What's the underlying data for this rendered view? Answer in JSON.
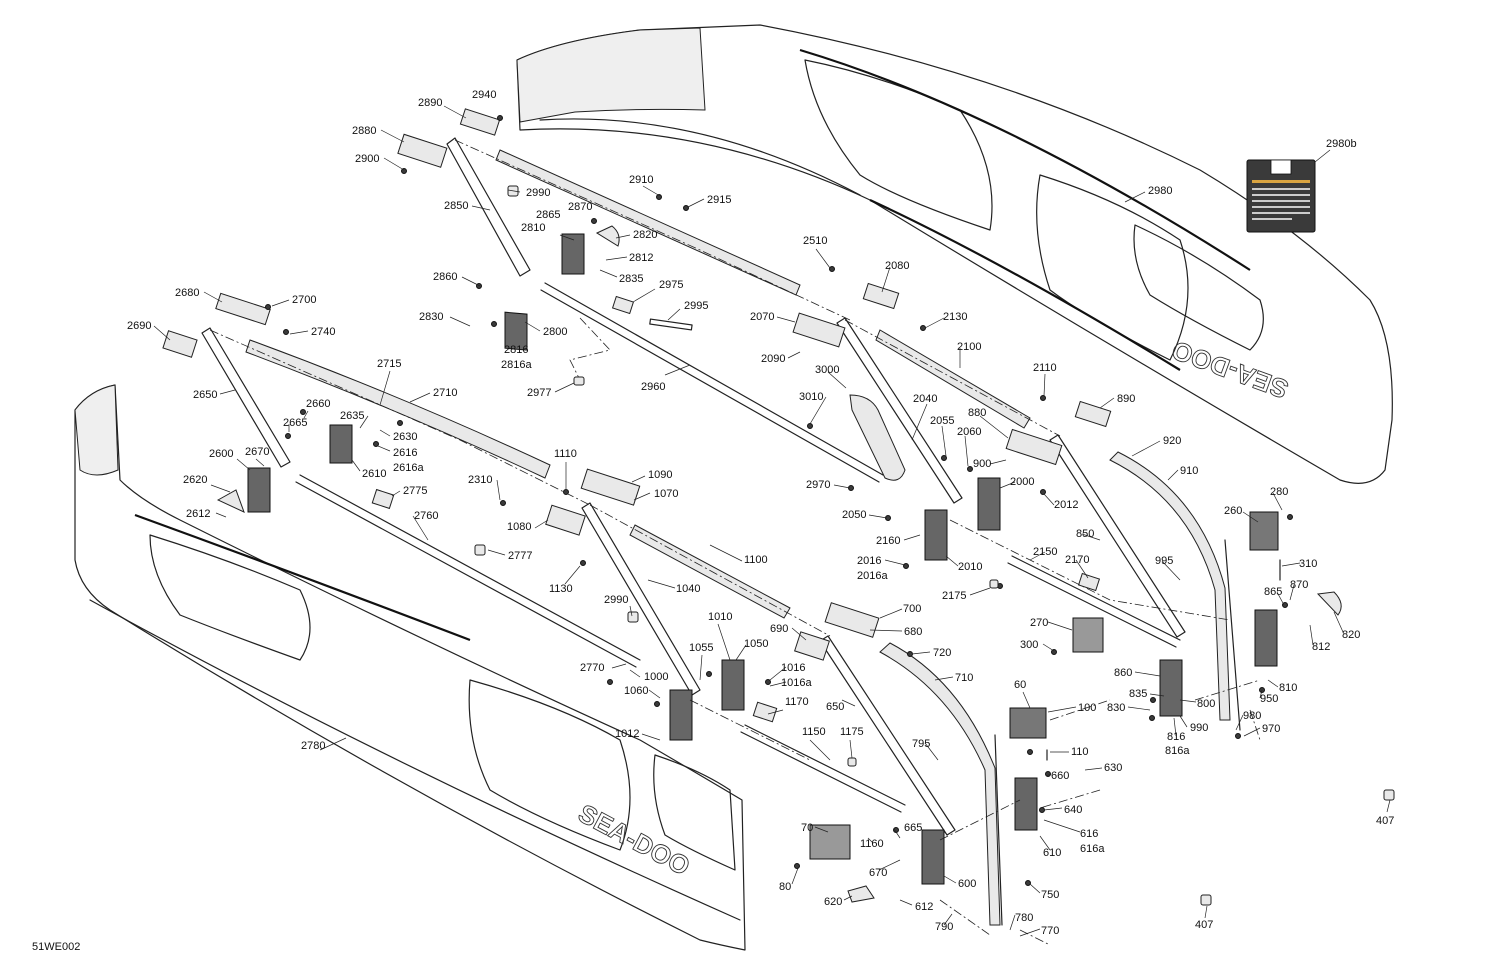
{
  "diagram_ref": "51WE002",
  "decal": {
    "colors": {
      "body": "#3a3a3a",
      "text": "#d9a441"
    }
  },
  "callouts": [
    {
      "id": "c2940",
      "text": "2940"
    },
    {
      "id": "c2890",
      "text": "2890"
    },
    {
      "id": "c2880",
      "text": "2880"
    },
    {
      "id": "c2900",
      "text": "2900"
    },
    {
      "id": "c2990a",
      "text": "2990"
    },
    {
      "id": "c2850",
      "text": "2850"
    },
    {
      "id": "c2910",
      "text": "2910"
    },
    {
      "id": "c2915",
      "text": "2915"
    },
    {
      "id": "c2865",
      "text": "2865"
    },
    {
      "id": "c2870",
      "text": "2870"
    },
    {
      "id": "c2810",
      "text": "2810"
    },
    {
      "id": "c2820",
      "text": "2820"
    },
    {
      "id": "c2812",
      "text": "2812"
    },
    {
      "id": "c2835",
      "text": "2835"
    },
    {
      "id": "c2860",
      "text": "2860"
    },
    {
      "id": "c2830",
      "text": "2830"
    },
    {
      "id": "c2800",
      "text": "2800"
    },
    {
      "id": "c2816",
      "text": "2816"
    },
    {
      "id": "c2816a",
      "text": "2816a"
    },
    {
      "id": "c2975",
      "text": "2975"
    },
    {
      "id": "c2995",
      "text": "2995"
    },
    {
      "id": "c2977",
      "text": "2977"
    },
    {
      "id": "c2960",
      "text": "2960"
    },
    {
      "id": "c2510",
      "text": "2510"
    },
    {
      "id": "c2980b",
      "text": "2980b"
    },
    {
      "id": "c2980",
      "text": "2980"
    },
    {
      "id": "c2680",
      "text": "2680"
    },
    {
      "id": "c2700",
      "text": "2700"
    },
    {
      "id": "c2690",
      "text": "2690"
    },
    {
      "id": "c2740",
      "text": "2740"
    },
    {
      "id": "c2650",
      "text": "2650"
    },
    {
      "id": "c2715",
      "text": "2715"
    },
    {
      "id": "c2710",
      "text": "2710"
    },
    {
      "id": "c2660",
      "text": "2660"
    },
    {
      "id": "c2665",
      "text": "2665"
    },
    {
      "id": "c2635",
      "text": "2635"
    },
    {
      "id": "c2630",
      "text": "2630"
    },
    {
      "id": "c2616",
      "text": "2616"
    },
    {
      "id": "c2616a",
      "text": "2616a"
    },
    {
      "id": "c2610",
      "text": "2610"
    },
    {
      "id": "c2600",
      "text": "2600"
    },
    {
      "id": "c2670",
      "text": "2670"
    },
    {
      "id": "c2620",
      "text": "2620"
    },
    {
      "id": "c2612",
      "text": "2612"
    },
    {
      "id": "c2775",
      "text": "2775"
    },
    {
      "id": "c2760",
      "text": "2760"
    },
    {
      "id": "c2777",
      "text": "2777"
    },
    {
      "id": "c2310",
      "text": "2310"
    },
    {
      "id": "c1110",
      "text": "1110"
    },
    {
      "id": "c1090",
      "text": "1090"
    },
    {
      "id": "c1070",
      "text": "1070"
    },
    {
      "id": "c1080",
      "text": "1080"
    },
    {
      "id": "c1130",
      "text": "1130"
    },
    {
      "id": "c1100",
      "text": "1100"
    },
    {
      "id": "c2990b",
      "text": "2990"
    },
    {
      "id": "c1040",
      "text": "1040"
    },
    {
      "id": "c2770",
      "text": "2770"
    },
    {
      "id": "c1000",
      "text": "1000"
    },
    {
      "id": "c1060",
      "text": "1060"
    },
    {
      "id": "c1055",
      "text": "1055"
    },
    {
      "id": "c1010",
      "text": "1010"
    },
    {
      "id": "c1050",
      "text": "1050"
    },
    {
      "id": "c1016",
      "text": "1016"
    },
    {
      "id": "c1016a",
      "text": "1016a"
    },
    {
      "id": "c1012",
      "text": "1012"
    },
    {
      "id": "c2780",
      "text": "2780"
    },
    {
      "id": "c2080",
      "text": "2080"
    },
    {
      "id": "c2070",
      "text": "2070"
    },
    {
      "id": "c2130",
      "text": "2130"
    },
    {
      "id": "c2090",
      "text": "2090"
    },
    {
      "id": "c2100",
      "text": "2100"
    },
    {
      "id": "c3000",
      "text": "3000"
    },
    {
      "id": "c3010",
      "text": "3010"
    },
    {
      "id": "c2110",
      "text": "2110"
    },
    {
      "id": "c890",
      "text": "890"
    },
    {
      "id": "c2040",
      "text": "2040"
    },
    {
      "id": "c2055",
      "text": "2055"
    },
    {
      "id": "c880",
      "text": "880"
    },
    {
      "id": "c2060",
      "text": "2060"
    },
    {
      "id": "c920",
      "text": "920"
    },
    {
      "id": "c900",
      "text": "900"
    },
    {
      "id": "c910",
      "text": "910"
    },
    {
      "id": "c2000",
      "text": "2000"
    },
    {
      "id": "c2970",
      "text": "2970"
    },
    {
      "id": "c2012",
      "text": "2012"
    },
    {
      "id": "c2050",
      "text": "2050"
    },
    {
      "id": "c2160",
      "text": "2160"
    },
    {
      "id": "c850",
      "text": "850"
    },
    {
      "id": "c2016",
      "text": "2016"
    },
    {
      "id": "c2016a",
      "text": "2016a"
    },
    {
      "id": "c2010",
      "text": "2010"
    },
    {
      "id": "c2150",
      "text": "2150"
    },
    {
      "id": "c2170",
      "text": "2170"
    },
    {
      "id": "c995",
      "text": "995"
    },
    {
      "id": "c2175",
      "text": "2175"
    },
    {
      "id": "c260",
      "text": "260"
    },
    {
      "id": "c280",
      "text": "280"
    },
    {
      "id": "c310",
      "text": "310"
    },
    {
      "id": "c865",
      "text": "865"
    },
    {
      "id": "c870",
      "text": "870"
    },
    {
      "id": "c270",
      "text": "270"
    },
    {
      "id": "c300",
      "text": "300"
    },
    {
      "id": "c820",
      "text": "820"
    },
    {
      "id": "c812",
      "text": "812"
    },
    {
      "id": "c700",
      "text": "700"
    },
    {
      "id": "c680",
      "text": "680"
    },
    {
      "id": "c690",
      "text": "690"
    },
    {
      "id": "c720",
      "text": "720"
    },
    {
      "id": "c710",
      "text": "710"
    },
    {
      "id": "c860",
      "text": "860"
    },
    {
      "id": "c810",
      "text": "810"
    },
    {
      "id": "c835",
      "text": "835"
    },
    {
      "id": "c800",
      "text": "800"
    },
    {
      "id": "c950",
      "text": "950"
    },
    {
      "id": "c830",
      "text": "830"
    },
    {
      "id": "c980",
      "text": "980"
    },
    {
      "id": "c990",
      "text": "990"
    },
    {
      "id": "c970",
      "text": "970"
    },
    {
      "id": "c816",
      "text": "816"
    },
    {
      "id": "c816a",
      "text": "816a"
    },
    {
      "id": "c1170",
      "text": "1170"
    },
    {
      "id": "c1150",
      "text": "1150"
    },
    {
      "id": "c1175",
      "text": "1175"
    },
    {
      "id": "c650",
      "text": "650"
    },
    {
      "id": "c60",
      "text": "60"
    },
    {
      "id": "c100",
      "text": "100"
    },
    {
      "id": "c795",
      "text": "795"
    },
    {
      "id": "c110",
      "text": "110"
    },
    {
      "id": "c660",
      "text": "660"
    },
    {
      "id": "c630",
      "text": "630"
    },
    {
      "id": "c640",
      "text": "640"
    },
    {
      "id": "c616",
      "text": "616"
    },
    {
      "id": "c616a",
      "text": "616a"
    },
    {
      "id": "c610",
      "text": "610"
    },
    {
      "id": "c70",
      "text": "70"
    },
    {
      "id": "c665",
      "text": "665"
    },
    {
      "id": "c1160",
      "text": "1160"
    },
    {
      "id": "c670",
      "text": "670"
    },
    {
      "id": "c80",
      "text": "80"
    },
    {
      "id": "c600",
      "text": "600"
    },
    {
      "id": "c620",
      "text": "620"
    },
    {
      "id": "c612",
      "text": "612"
    },
    {
      "id": "c750",
      "text": "750"
    },
    {
      "id": "c790",
      "text": "790"
    },
    {
      "id": "c780",
      "text": "780"
    },
    {
      "id": "c770",
      "text": "770"
    },
    {
      "id": "c407a",
      "text": "407"
    },
    {
      "id": "c407b",
      "text": "407"
    }
  ]
}
